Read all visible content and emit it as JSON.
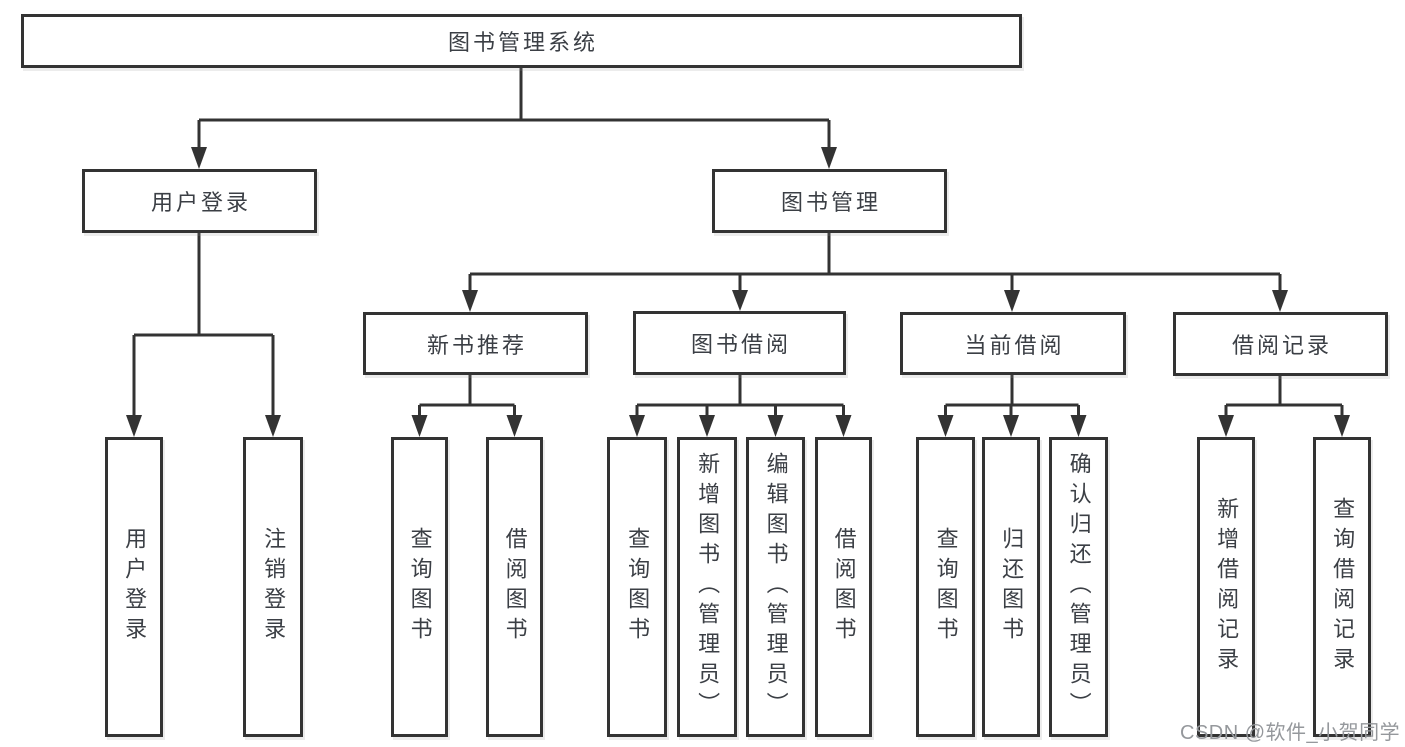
{
  "colors": {
    "line": "#333333",
    "text": "#3b3f45",
    "watermark": "#95989c",
    "background": "#ffffff"
  },
  "tree": {
    "label": "图书管理系统",
    "children": [
      {
        "label": "用户登录",
        "children": [
          {
            "label": "用户登录"
          },
          {
            "label": "注销登录"
          }
        ]
      },
      {
        "label": "图书管理",
        "children": [
          {
            "label": "新书推荐",
            "children": [
              {
                "label": "查询图书"
              },
              {
                "label": "借阅图书"
              }
            ]
          },
          {
            "label": "图书借阅",
            "children": [
              {
                "label": "查询图书"
              },
              {
                "label": "新增图书（管理员）"
              },
              {
                "label": "编辑图书（管理员）"
              },
              {
                "label": "借阅图书"
              }
            ]
          },
          {
            "label": "当前借阅",
            "children": [
              {
                "label": "查询图书"
              },
              {
                "label": "归还图书"
              },
              {
                "label": "确认归还（管理员）"
              }
            ]
          },
          {
            "label": "借阅记录",
            "children": [
              {
                "label": "新增借阅记录"
              },
              {
                "label": "查询借阅记录"
              }
            ]
          }
        ]
      }
    ]
  },
  "watermark": {
    "text": "CSDN @软件_小贺同学"
  }
}
